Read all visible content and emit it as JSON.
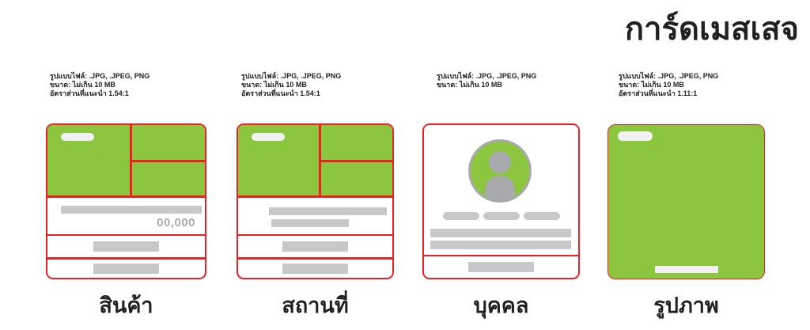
{
  "page_title": "การ์ดเมสเสจ",
  "colors": {
    "green": "#8CC63E",
    "red": "#ED2024",
    "bar_gray": "#C7C8CA",
    "mid_gray": "#A7A9AC",
    "text_black": "#231F20"
  },
  "cards": [
    {
      "type": "product",
      "label": "สินค้า",
      "annotation": [
        "รูปแบบไฟล์: .JPG, .JPEG, PNG",
        "ขนาด: ไม่เกิน 10 MB",
        "อัตราส่วนที่แนะนำ 1.54:1"
      ],
      "price_placeholder": "00,000"
    },
    {
      "type": "location",
      "label": "สถานที่",
      "annotation": [
        "รูปแบบไฟล์: .JPG, .JPEG, PNG",
        "ขนาด: ไม่เกิน 10 MB",
        "อัตราส่วนที่แนะนำ 1.54:1"
      ]
    },
    {
      "type": "person",
      "label": "บุคคล",
      "annotation": [
        "รูปแบบไฟล์: .JPG, .JPEG, PNG",
        "ขนาด: ไม่เกิน 10 MB"
      ]
    },
    {
      "type": "image",
      "label": "รูปภาพ",
      "annotation": [
        "รูปแบบไฟล์: .JPG, .JPEG, PNG",
        "ขนาด: ไม่เกิน 10 MB",
        "อัตราส่วนที่แนะนำ 1.11:1"
      ]
    }
  ]
}
